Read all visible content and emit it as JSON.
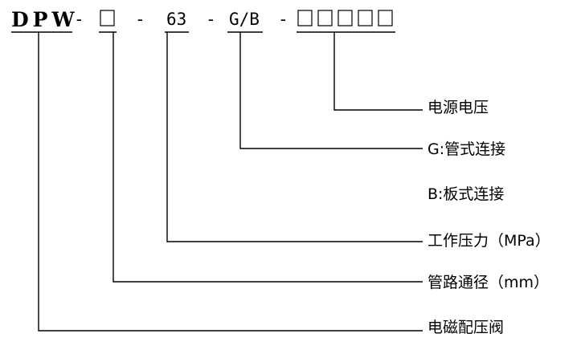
{
  "code": {
    "prefix": "DPW",
    "dash1": "-",
    "dash2": "-",
    "pressure": "63",
    "dash3": "-",
    "connection": "G/B",
    "dash4": "-"
  },
  "labels": {
    "voltage": "电源电压",
    "pipe_connection": "G:管式连接",
    "plate_connection": "B:板式连接",
    "working_pressure": "工作压力（MPa）",
    "pipe_diameter": "管路通径（mm）",
    "valve_name": "电磁配压阀"
  }
}
